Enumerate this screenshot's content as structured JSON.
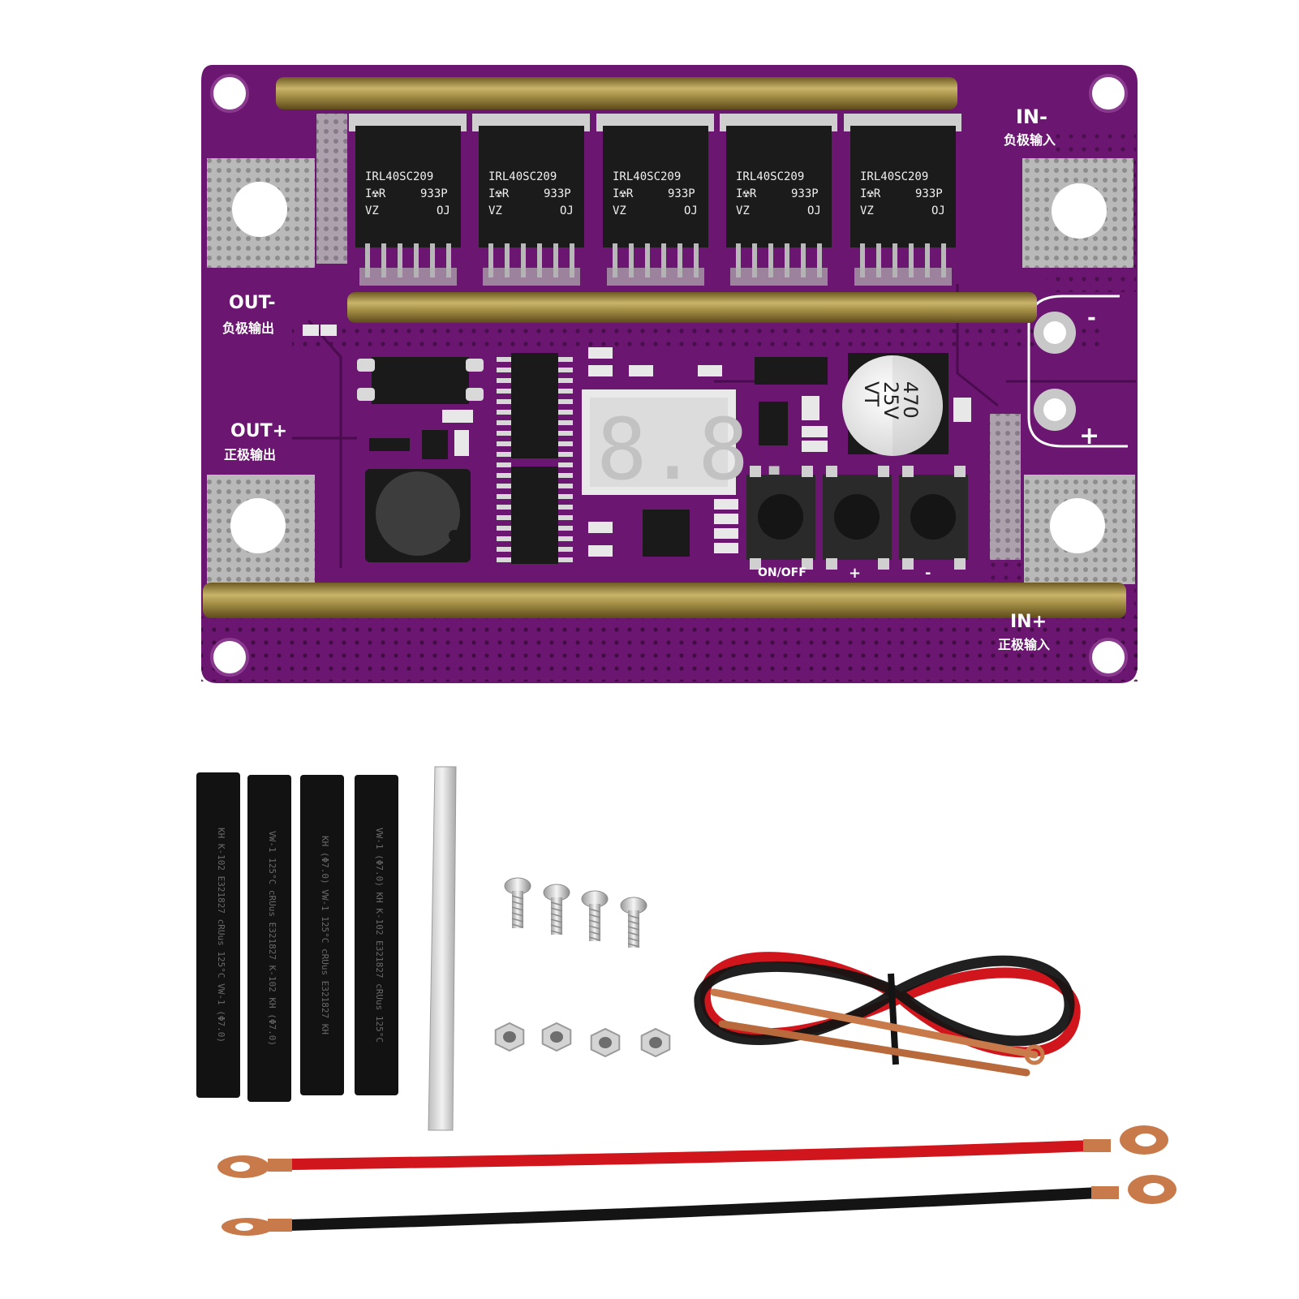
{
  "board": {
    "color": "#6b1670",
    "labels": {
      "in_minus": "IN-",
      "in_minus_cn": "负极输入",
      "in_plus": "IN+",
      "in_plus_cn": "正极输入",
      "out_minus": "OUT-",
      "out_minus_cn": "负极输出",
      "out_plus": "OUT+",
      "out_plus_cn": "正极输出",
      "btn_onoff": "ON/OFF",
      "btn_plus": "+",
      "btn_minus": "-",
      "term_minus": "-",
      "term_plus": "+"
    },
    "mosfets": [
      {
        "line1": "IRL40SC209",
        "line2a": "I☢R",
        "line2b": "933P",
        "line3a": "VZ",
        "line3b": "OJ"
      },
      {
        "line1": "IRL40SC209",
        "line2a": "I☢R",
        "line2b": "933P",
        "line3a": "VZ",
        "line3b": "OJ"
      },
      {
        "line1": "IRL40SC209",
        "line2a": "I☢R",
        "line2b": "933P",
        "line3a": "VZ",
        "line3b": "OJ"
      },
      {
        "line1": "IRL40SC209",
        "line2a": "I☢R",
        "line2b": "933P",
        "line3a": "VZ",
        "line3b": "OJ"
      },
      {
        "line1": "IRL40SC209",
        "line2a": "I☢R",
        "line2b": "933P",
        "line3a": "VZ",
        "line3b": "OJ"
      }
    ],
    "display": "8.8.",
    "capacitor": {
      "line1": "470",
      "line2": "25V",
      "line3": "VT"
    }
  },
  "heat_shrink": [
    {
      "text": "KH K-102 E321827 cRUus 125°C VW-1 (Φ7.0)"
    },
    {
      "text": "VW-1 125°C cRUus E321827 K-102 KH (Φ7.0)"
    },
    {
      "text": "KH (Φ7.0) VW-1 125°C cRUus E321827 KH"
    },
    {
      "text": "VW-1 (Φ7.0) KH K-102 E321827 cRUus 125°C"
    }
  ],
  "colors": {
    "wire_red": "#d0161c",
    "wire_black": "#141414",
    "copper": "#c87a4a",
    "brass": "#a8924a"
  }
}
